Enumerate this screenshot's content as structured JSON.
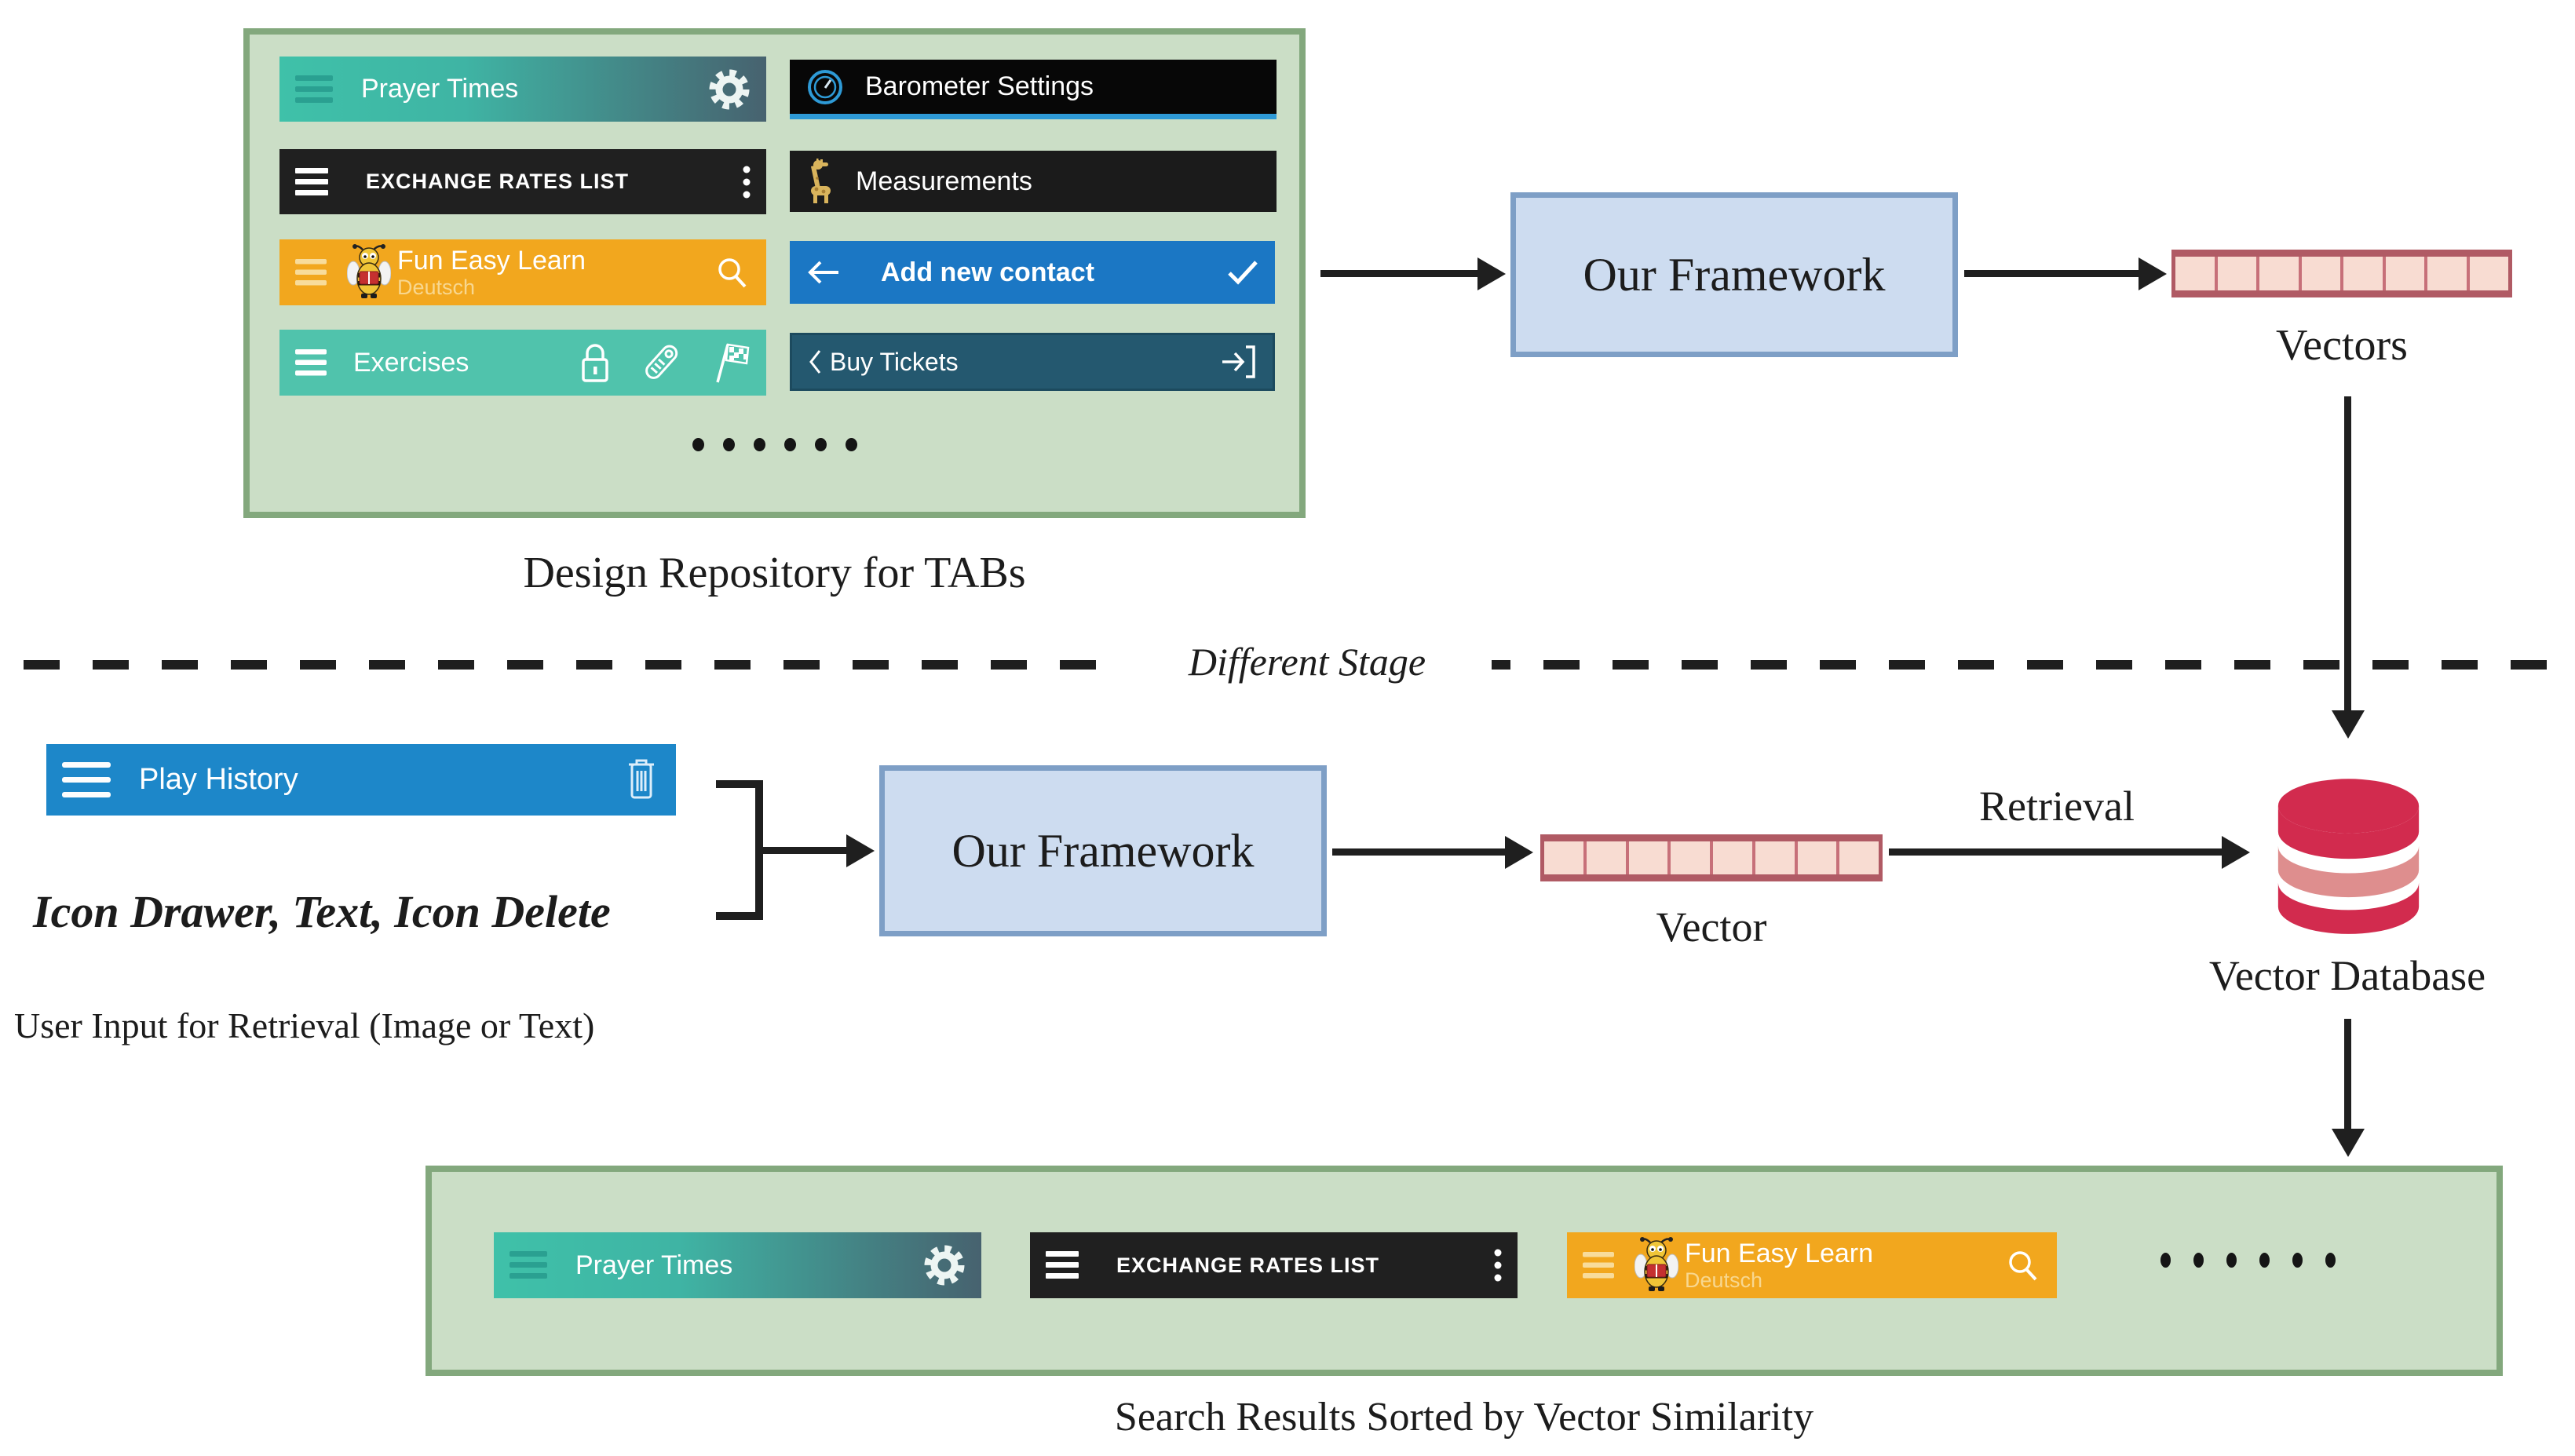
{
  "colors": {
    "panel_bg": "#cbdec6",
    "panel_border": "#83a87d",
    "framework_bg": "#cddcf0",
    "framework_border": "#7e9fc6",
    "vector_cell_bg": "#f8dcd2",
    "vector_border": "#b05a64",
    "database_primary": "#d22b4e",
    "database_secondary": "#de8e8e",
    "arrow": "#1f1f1f",
    "bar_prayer_gradient_start": "#3fc1a9",
    "bar_prayer_gradient_end": "#47626f",
    "bar_barometer": "#070707",
    "bar_barometer_accent": "#2e9ad6",
    "bar_exchange": "#202020",
    "bar_measurements": "#1b1b1b",
    "bar_fun_easy": "#f2a71e",
    "bar_add_contact": "#1b77c4",
    "bar_exercises": "#50c3ac",
    "bar_buy_tickets": "#24586f",
    "bar_play_history": "#1d87c9"
  },
  "app_bars": {
    "prayer_times": {
      "title": "Prayer Times"
    },
    "barometer": {
      "title": "Barometer Settings"
    },
    "exchange": {
      "title": "EXCHANGE RATES LIST"
    },
    "measurements": {
      "title": "Measurements"
    },
    "fun_easy_learn": {
      "title": "Fun Easy Learn",
      "subtitle": "Deutsch"
    },
    "add_contact": {
      "title": "Add new contact"
    },
    "exercises": {
      "title": "Exercises"
    },
    "buy_tickets": {
      "title": "Buy Tickets"
    },
    "play_history": {
      "title": "Play History"
    }
  },
  "repository": {
    "caption": "Design Repository for TABs"
  },
  "stage1": {
    "framework_label": "Our Framework",
    "vectors_label": "Vectors"
  },
  "divider": {
    "label": "Different Stage"
  },
  "user_input": {
    "query_text": "Icon Drawer, Text, Icon Delete",
    "caption": "User Input for Retrieval (Image or Text)"
  },
  "stage2": {
    "framework_label": "Our Framework",
    "vector_label": "Vector",
    "retrieval_label": "Retrieval",
    "database_label": "Vector Database"
  },
  "results": {
    "caption": "Search Results Sorted by Vector Similarity"
  }
}
